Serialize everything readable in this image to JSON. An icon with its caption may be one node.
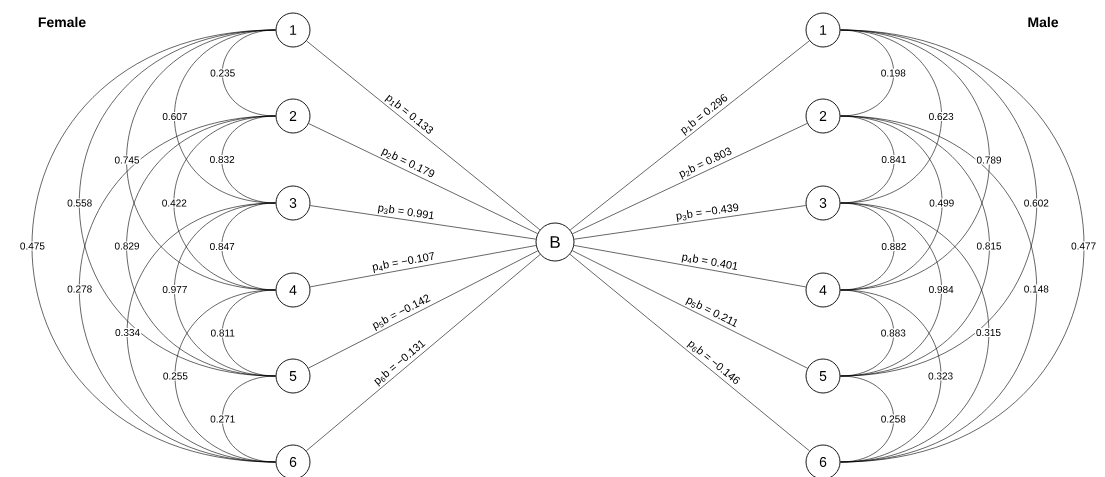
{
  "diagram": {
    "nodes": [
      {
        "text": [
          "1"
        ]
      },
      {
        "text": [
          "2"
        ]
      },
      {
        "text": [
          "3"
        ]
      },
      {
        "text": [
          "4"
        ]
      },
      {
        "text": [
          "5"
        ]
      },
      {
        "text": [
          "6"
        ]
      },
      {
        "text": [
          "B"
        ]
      },
      {
        "text": [
          "1"
        ]
      },
      {
        "text": [
          "2"
        ]
      },
      {
        "text": [
          "3"
        ]
      },
      {
        "text": [
          "4"
        ]
      },
      {
        "text": [
          "5"
        ]
      },
      {
        "text": [
          "6"
        ]
      }
    ],
    "edges": [
      {
        "from": 0,
        "to": 1,
        "arrow": "none",
        "label": "0.235"
      },
      {
        "from": 0,
        "to": 2,
        "arrow": "none",
        "label": "0.607"
      },
      {
        "from": 0,
        "to": 3,
        "arrow": "none",
        "label": "0.745"
      },
      {
        "from": 0,
        "to": 4,
        "arrow": "none",
        "label": "0.558"
      },
      {
        "from": 0,
        "to": 5,
        "arrow": "none",
        "label": "0.475"
      },
      {
        "from": 1,
        "to": 2,
        "arrow": "none",
        "label": "0.832"
      },
      {
        "from": 1,
        "to": 3,
        "arrow": "none",
        "label": "0.422"
      },
      {
        "from": 1,
        "to": 4,
        "arrow": "none",
        "label": "0.829"
      },
      {
        "from": 1,
        "to": 5,
        "arrow": "none",
        "label": "0.278"
      },
      {
        "from": 2,
        "to": 3,
        "arrow": "none",
        "label": "0.847"
      },
      {
        "from": 2,
        "to": 4,
        "arrow": "none",
        "label": "0.977"
      },
      {
        "from": 2,
        "to": 5,
        "arrow": "none",
        "label": "0.334"
      },
      {
        "from": 3,
        "to": 4,
        "arrow": "none",
        "label": "0.811"
      },
      {
        "from": 3,
        "to": 5,
        "arrow": "none",
        "label": "0.255"
      },
      {
        "from": 4,
        "to": 5,
        "arrow": "none",
        "label": "0.271"
      },
      {
        "from": 7,
        "to": 8,
        "arrow": "none",
        "label": "0.198"
      },
      {
        "from": 7,
        "to": 9,
        "arrow": "none",
        "label": "0.623"
      },
      {
        "from": 7,
        "to": 10,
        "arrow": "none",
        "label": "0.789"
      },
      {
        "from": 7,
        "to": 11,
        "arrow": "none",
        "label": "0.602"
      },
      {
        "from": 7,
        "to": 12,
        "arrow": "none",
        "label": "0.477"
      },
      {
        "from": 8,
        "to": 9,
        "arrow": "none",
        "label": "0.841"
      },
      {
        "from": 8,
        "to": 10,
        "arrow": "none",
        "label": "0.499"
      },
      {
        "from": 8,
        "to": 11,
        "arrow": "none",
        "label": "0.815"
      },
      {
        "from": 8,
        "to": 12,
        "arrow": "none",
        "label": "0.148"
      },
      {
        "from": 9,
        "to": 10,
        "arrow": "none",
        "label": "0.882"
      },
      {
        "from": 9,
        "to": 11,
        "arrow": "none",
        "label": "0.984"
      },
      {
        "from": 9,
        "to": 12,
        "arrow": "none",
        "label": "0.315"
      },
      {
        "from": 10,
        "to": 11,
        "arrow": "none",
        "label": "0.883"
      },
      {
        "from": 10,
        "to": 12,
        "arrow": "none",
        "label": "0.323"
      },
      {
        "from": 11,
        "to": 12,
        "arrow": "none",
        "label": "0.258"
      },
      {
        "from": 0,
        "to": 6,
        "arrow": "none",
        "label": "p$_{1}$b = 0.133"
      },
      {
        "from": 1,
        "to": 6,
        "arrow": "none",
        "label": "p$_{2}$b = 0.179"
      },
      {
        "from": 2,
        "to": 6,
        "arrow": "none",
        "label": "p$_{3}$b = 0.991"
      },
      {
        "from": 3,
        "to": 6,
        "arrow": "none",
        "label": "p$_{4}$b = −0.107"
      },
      {
        "from": 4,
        "to": 6,
        "arrow": "none",
        "label": "p$_{5}$b = −0.142"
      },
      {
        "from": 5,
        "to": 6,
        "arrow": "none",
        "label": "p$_{6}$b = −0.131"
      },
      {
        "from": 7,
        "to": 6,
        "arrow": "none",
        "label": "p$_{1}$b = 0.296"
      },
      {
        "from": 8,
        "to": 6,
        "arrow": "none",
        "label": "p$_{2}$b = 0.803"
      },
      {
        "from": 9,
        "to": 6,
        "arrow": "none",
        "label": "p$_{3}$b = −0.439"
      },
      {
        "from": 10,
        "to": 6,
        "arrow": "none",
        "label": "p$_{4}$b = 0.401"
      },
      {
        "from": 11,
        "to": 6,
        "arrow": "none",
        "label": "p$_{5}$b = 0.211"
      },
      {
        "from": 12,
        "to": 6,
        "arrow": "none",
        "label": "p$_{6}$b = −0.146"
      }
    ],
    "labels": [
      "Female",
      "Male"
    ]
  }
}
